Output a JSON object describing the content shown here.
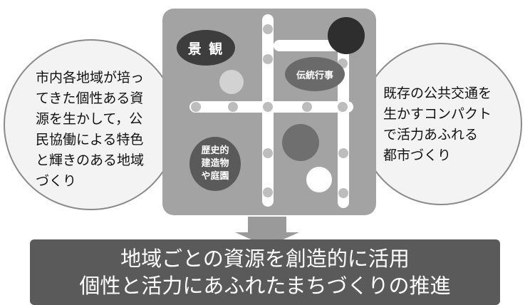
{
  "left_bubble": {
    "text": "市内各地域が培っ\nてきた個性ある資\n源を生かして，公\n民協働による特色\nと輝きのある地域\nづくり"
  },
  "right_bubble": {
    "text": "既存の公共交通を\n生かすコンパクト\nで活力あふれる\n都市づくり"
  },
  "map": {
    "label_scenery": "景 観",
    "label_tradition": "伝統行事",
    "label_historic": "歴史的\n建造物\nや庭園"
  },
  "result": {
    "line1": "地域ごとの資源を創造的に活用",
    "line2": "個性と活力にあふれたまちづくりの推進"
  }
}
